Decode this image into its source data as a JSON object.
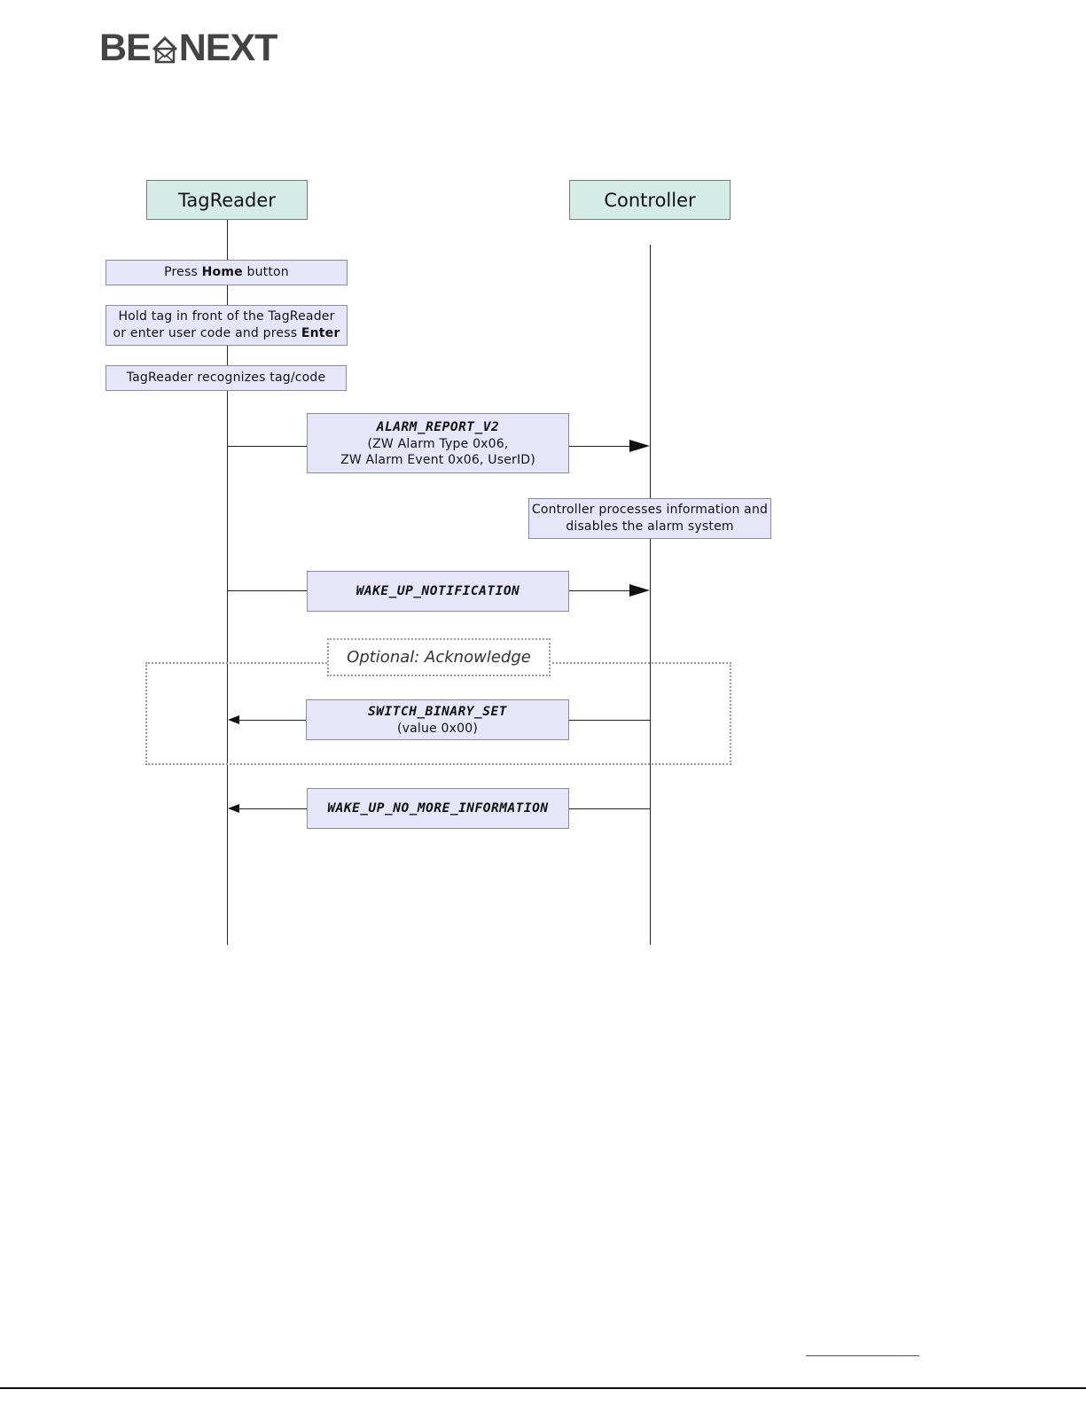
{
  "logo": {
    "left": "BE",
    "right": "NEXT"
  },
  "lifelines": {
    "tagreader": "TagReader",
    "controller": "Controller"
  },
  "steps": {
    "press_home": {
      "pre": "Press ",
      "bold": "Home",
      "post": " button"
    },
    "hold_tag": {
      "line1": "Hold tag in front of the TagReader",
      "line2_pre": "or enter user code and press ",
      "line2_bold": "Enter"
    },
    "recognizes": "TagReader recognizes tag/code",
    "controller_processes": {
      "line1": "Controller processes information and",
      "line2": "disables the alarm system"
    }
  },
  "messages": {
    "alarm_report": {
      "title": "ALARM_REPORT_V2",
      "line1": "(ZW Alarm Type 0x06,",
      "line2": "ZW Alarm Event 0x06, UserID)"
    },
    "wake_up_notification": {
      "title": "WAKE_UP_NOTIFICATION"
    },
    "switch_binary_set": {
      "title": "SWITCH_BINARY_SET",
      "line1": "(value 0x00)"
    },
    "wake_up_no_more_information": {
      "title": "WAKE_UP_NO_MORE_INFORMATION"
    }
  },
  "optional_frame": {
    "label": "Optional: Acknowledge"
  },
  "colors": {
    "header_fill": "#d5ebe5",
    "box_fill": "#e6e6fb",
    "link_underline": "#2c4fd0"
  }
}
